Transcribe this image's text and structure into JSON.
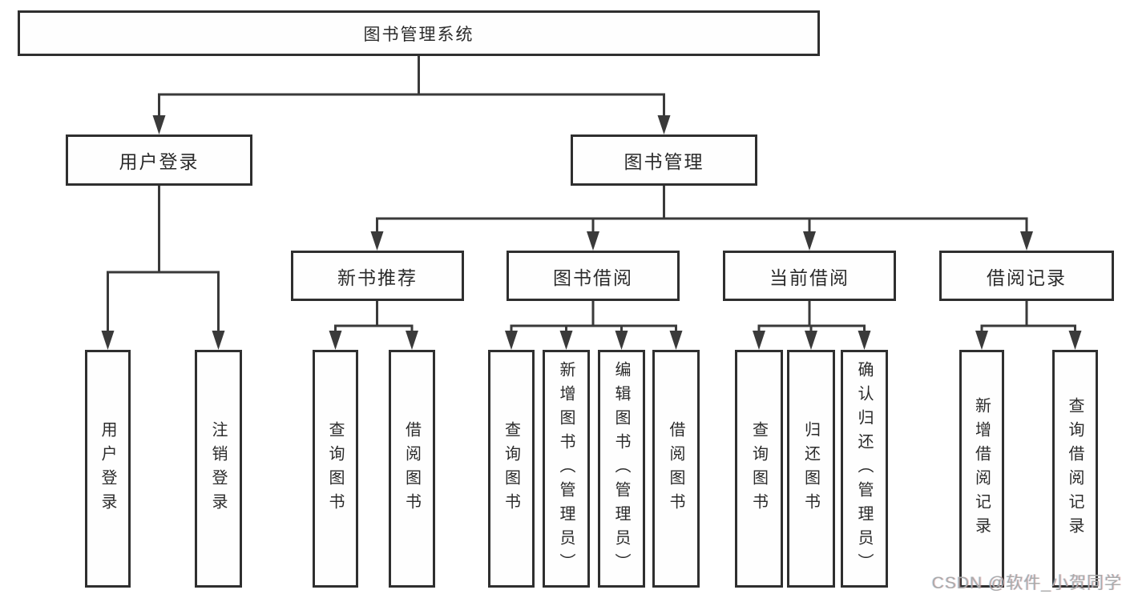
{
  "tree": {
    "root": {
      "label": "图书管理系统",
      "children": [
        {
          "label": "用户登录",
          "children": [
            {
              "label": "用户登录"
            },
            {
              "label": "注销登录"
            }
          ]
        },
        {
          "label": "图书管理",
          "children": [
            {
              "label": "新书推荐",
              "children": [
                {
                  "label": "查询图书"
                },
                {
                  "label": "借阅图书"
                }
              ]
            },
            {
              "label": "图书借阅",
              "children": [
                {
                  "label": "查询图书"
                },
                {
                  "label": "新增图书（管理员）"
                },
                {
                  "label": "编辑图书（管理员）"
                },
                {
                  "label": "借阅图书"
                }
              ]
            },
            {
              "label": "当前借阅",
              "children": [
                {
                  "label": "查询图书"
                },
                {
                  "label": "归还图书"
                },
                {
                  "label": "确认归还（管理员）"
                }
              ]
            },
            {
              "label": "借阅记录",
              "children": [
                {
                  "label": "新增借阅记录"
                },
                {
                  "label": "查询借阅记录"
                }
              ]
            }
          ]
        }
      ]
    }
  },
  "watermark": {
    "text": "CSDN @软件_小贺同学"
  },
  "colors": {
    "line": "#3a3a3a",
    "border": "#2f2f2f",
    "text": "#2b2b2b",
    "background": "#ffffff",
    "watermark": "#aaaaaa"
  }
}
